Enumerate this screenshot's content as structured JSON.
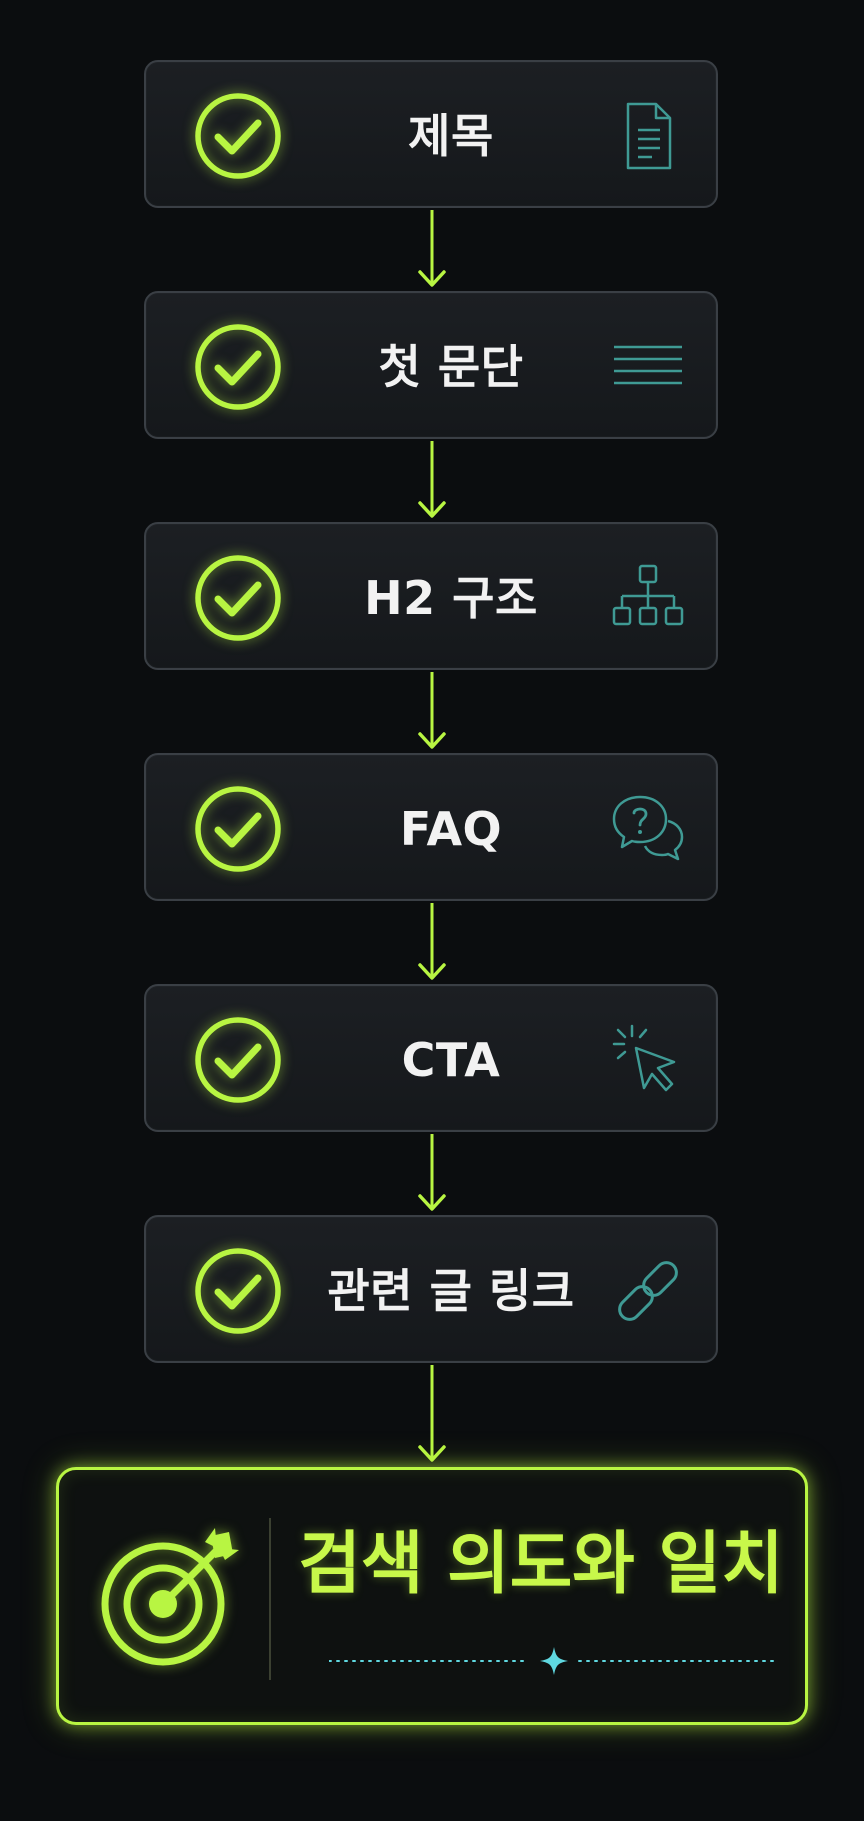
{
  "colors": {
    "background": "#0b0d0f",
    "accent": "#b8f542",
    "icon_teal": "#3f9a94",
    "card_border": "#3a3f45",
    "text": "#f2f2f2",
    "sparkle": "#5fd8e0"
  },
  "steps": [
    {
      "label": "제목",
      "status_icon": "check-circle-icon",
      "icon": "document-icon"
    },
    {
      "label": "첫 문단",
      "status_icon": "check-circle-icon",
      "icon": "paragraph-lines-icon"
    },
    {
      "label": "H2 구조",
      "status_icon": "check-circle-icon",
      "icon": "hierarchy-icon"
    },
    {
      "label": "FAQ",
      "status_icon": "check-circle-icon",
      "icon": "question-chat-icon"
    },
    {
      "label": "CTA",
      "status_icon": "check-circle-icon",
      "icon": "cursor-click-icon"
    },
    {
      "label": "관련 글 링크",
      "status_icon": "check-circle-icon",
      "icon": "link-icon"
    }
  ],
  "goal": {
    "label": "검색 의도와 일치",
    "icon": "target-arrow-icon"
  }
}
